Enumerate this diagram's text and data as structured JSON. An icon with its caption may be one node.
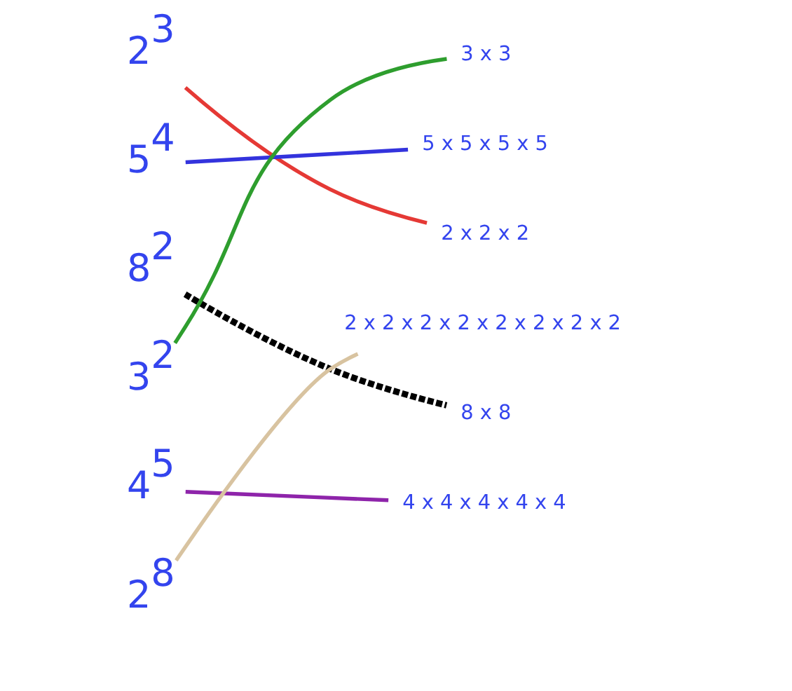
{
  "diagram": {
    "nodes": [
      {
        "text": [
          "2$^{3}$"
        ]
      },
      {
        "text": [
          "5$^{4}$"
        ]
      },
      {
        "text": [
          "8$^{2}$"
        ]
      },
      {
        "text": [
          "3$^{2}$"
        ]
      },
      {
        "text": [
          "4$^{5}$"
        ]
      },
      {
        "text": [
          "2$^{8}$"
        ]
      },
      {
        "text": [
          "3 x 3"
        ]
      },
      {
        "text": [
          "5 x 5 x 5 x 5"
        ]
      },
      {
        "text": [
          "2 x 2 x 2"
        ]
      },
      {
        "text": [
          "2 x 2 x 2 x 2 x 2 x 2 x 2 x 2"
        ]
      },
      {
        "text": [
          "8 x 8"
        ]
      },
      {
        "text": [
          "4 x 4 x 4 x 4 x 4"
        ]
      }
    ],
    "edges": [
      {
        "from": 0,
        "to": 8,
        "arrow": "none",
        "color": "#e53935"
      },
      {
        "from": 1,
        "to": 7,
        "arrow": "none",
        "color": "#3333dd"
      },
      {
        "from": 2,
        "to": 10,
        "arrow": "none",
        "style": "dashed",
        "color": "#000000"
      },
      {
        "from": 3,
        "to": 6,
        "arrow": "none",
        "color": "#2e9e2e"
      },
      {
        "from": 4,
        "to": 11,
        "arrow": "none",
        "color": "#8e24aa"
      },
      {
        "from": 5,
        "to": 9,
        "arrow": "none",
        "color": "#d8c3a0"
      }
    ]
  }
}
